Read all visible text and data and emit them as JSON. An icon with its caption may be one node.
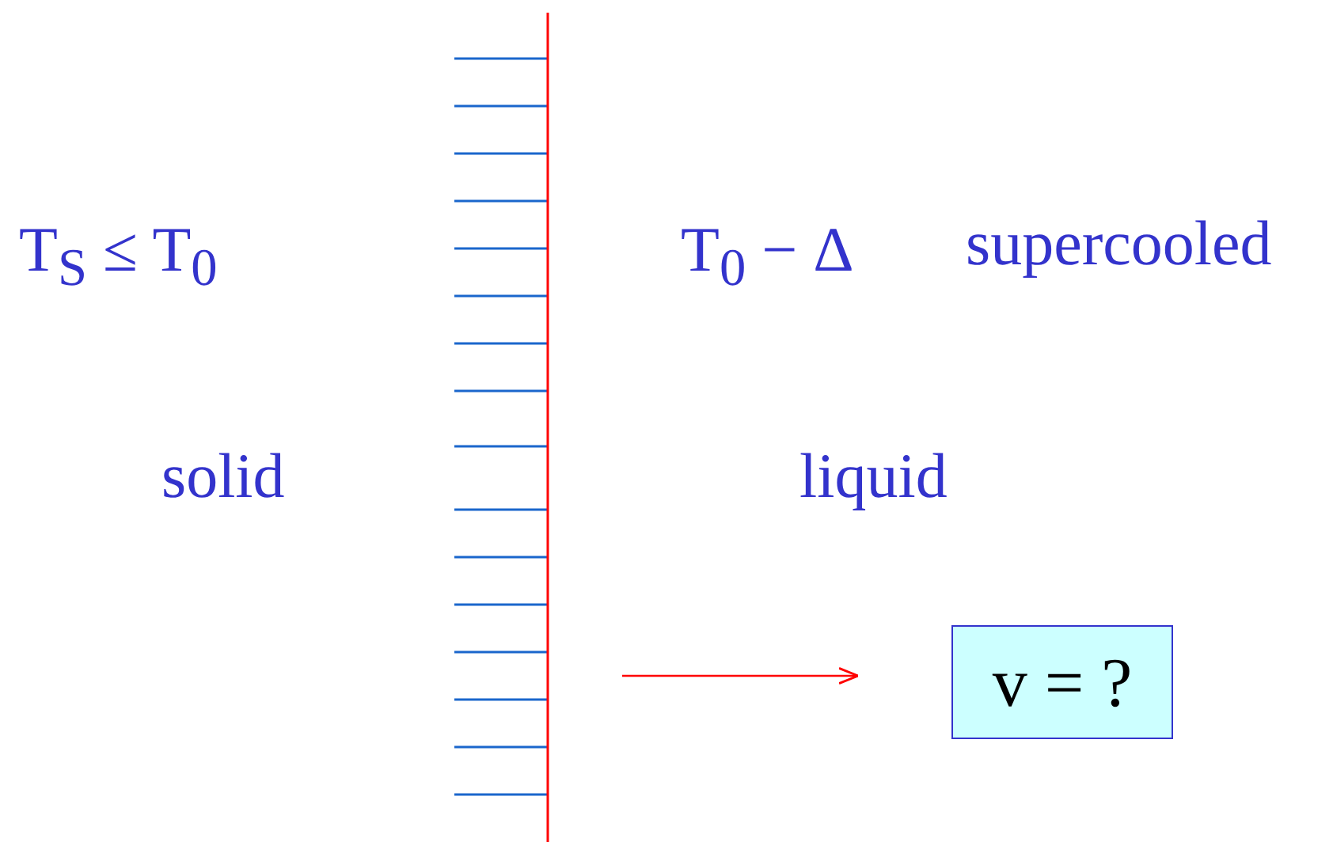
{
  "diagram": {
    "nodes": [
      {
        "text": [
          "v = ?"
        ]
      }
    ],
    "labels": [
      "T$_{S}$ ≤ T$_{0}$",
      "T$_{0}$ − Δ",
      "supercooled",
      "solid",
      "liquid"
    ]
  }
}
